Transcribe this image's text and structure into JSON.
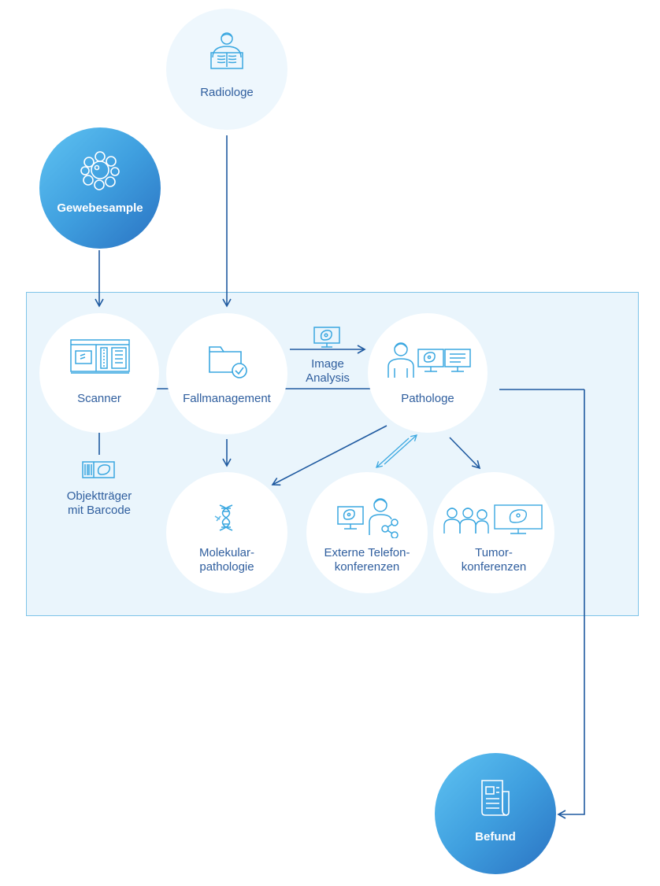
{
  "diagram": {
    "nodes": {
      "radiologe": "Radiologe",
      "gewebesample": "Gewebesample",
      "scanner": "Scanner",
      "fallmanagement": "Fallmanagement",
      "pathologe": "Pathologe",
      "molekular": "Molekular-\npathologie",
      "telefon": "Externe Telefon-\nkonferenzen",
      "tumor": "Tumor-\nkonferenzen",
      "befund": "Befund"
    },
    "labels": {
      "image_analysis": "Image\nAnalysis",
      "objekttraeger": "Objektträger\nmit Barcode"
    }
  },
  "colors": {
    "line": "#1f5aa0",
    "icon": "#3aa7e0",
    "panel_fill": "#eaf5fc",
    "panel_border": "#7ec4e8"
  },
  "icons": {
    "radiologe": "person-xray-icon",
    "gewebesample": "cell-cluster-icon",
    "scanner": "slide-scanner-icon",
    "fallmanagement": "folder-check-icon",
    "pathologe": "pathologist-monitors-icon",
    "molekular": "dna-icon",
    "telefon": "monitor-person-share-icon",
    "tumor": "group-monitor-icon",
    "befund": "document-icon",
    "image_analysis": "monitor-cell-icon",
    "objekttraeger": "slide-barcode-icon"
  }
}
